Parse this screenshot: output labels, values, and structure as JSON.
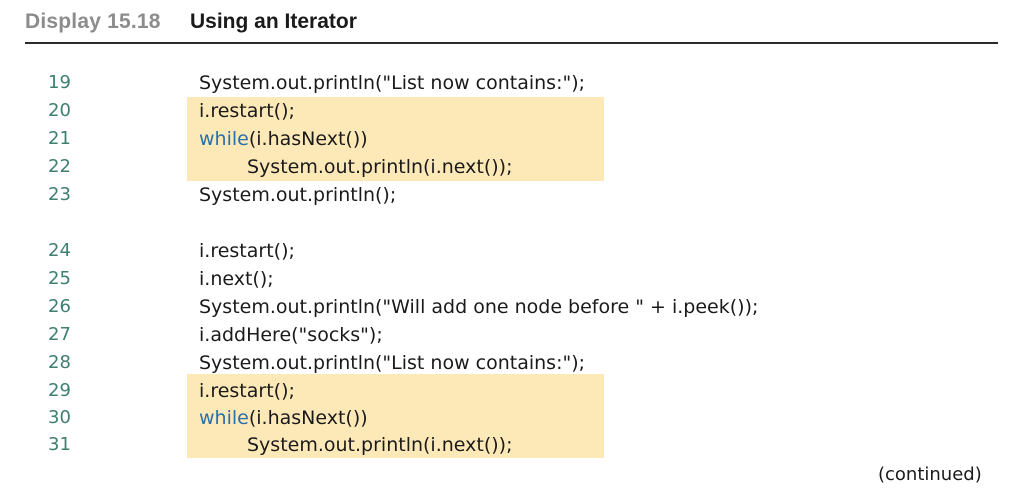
{
  "header": {
    "display_label": "Display 15.18",
    "title": "Using an Iterator"
  },
  "code_lines": [
    {
      "num": "19",
      "pre": "",
      "kw": "",
      "text": "System.out.println(\"List now contains:\");"
    },
    {
      "num": "20",
      "pre": "",
      "kw": "",
      "text": "i.restart();"
    },
    {
      "num": "21",
      "pre": "",
      "kw": "while",
      "text": "(i.hasNext())"
    },
    {
      "num": "22",
      "pre": "",
      "kw": "",
      "text": "System.out.println(i.next());"
    },
    {
      "num": "23",
      "pre": "",
      "kw": "",
      "text": "System.out.println();"
    },
    {
      "num": "24",
      "pre": "",
      "kw": "",
      "text": "i.restart();"
    },
    {
      "num": "25",
      "pre": "",
      "kw": "",
      "text": "i.next();"
    },
    {
      "num": "26",
      "pre": "",
      "kw": "",
      "text": "System.out.println(\"Will add one node before \" + i.peek());"
    },
    {
      "num": "27",
      "pre": "",
      "kw": "",
      "text": "i.addHere(\"socks\");"
    },
    {
      "num": "28",
      "pre": "",
      "kw": "",
      "text": "System.out.println(\"List now contains:\");"
    },
    {
      "num": "29",
      "pre": "",
      "kw": "",
      "text": "i.restart();"
    },
    {
      "num": "30",
      "pre": "",
      "kw": "while",
      "text": "(i.hasNext())"
    },
    {
      "num": "31",
      "pre": "",
      "kw": "",
      "text": "System.out.println(i.next());"
    }
  ],
  "footer": {
    "continued": "(continued)"
  },
  "colors": {
    "highlight": "#fde9b8",
    "line_number": "#3e7f70",
    "keyword": "#2a6fa8",
    "label_gray": "#8c8c8c"
  }
}
